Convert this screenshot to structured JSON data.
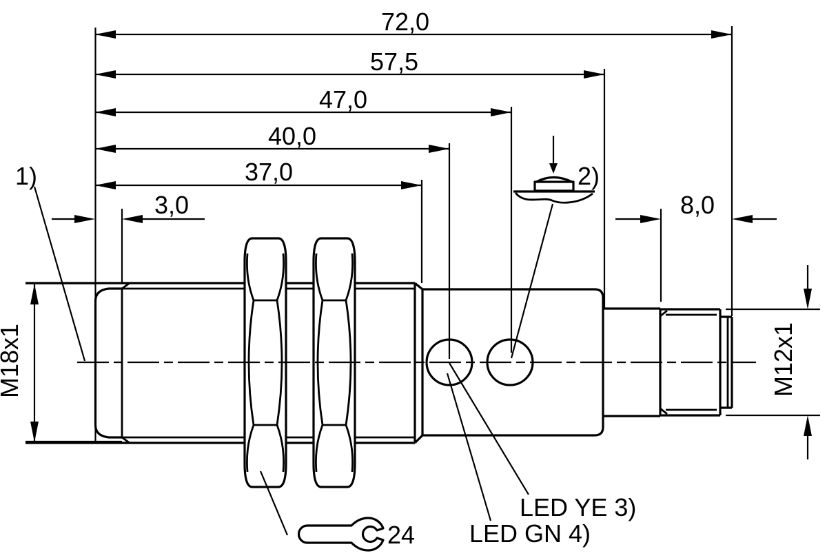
{
  "drawing": {
    "description": "Dimensional drawing of cylindrical M18 inductive sensor with M12 plug connector",
    "background": "#ffffff",
    "line_color": "#000000"
  },
  "dims": {
    "d72": "72,0",
    "d575": "57,5",
    "d47": "47,0",
    "d40": "40,0",
    "d37": "37,0",
    "d3": "3,0",
    "d8": "8,0",
    "thread_front": "M18x1",
    "thread_connector": "M12x1",
    "wrench_size": "24"
  },
  "notes": {
    "n1": "1)",
    "n2": "2)",
    "led_yellow": "LED YE 3)",
    "led_green": "LED GN 4)"
  }
}
